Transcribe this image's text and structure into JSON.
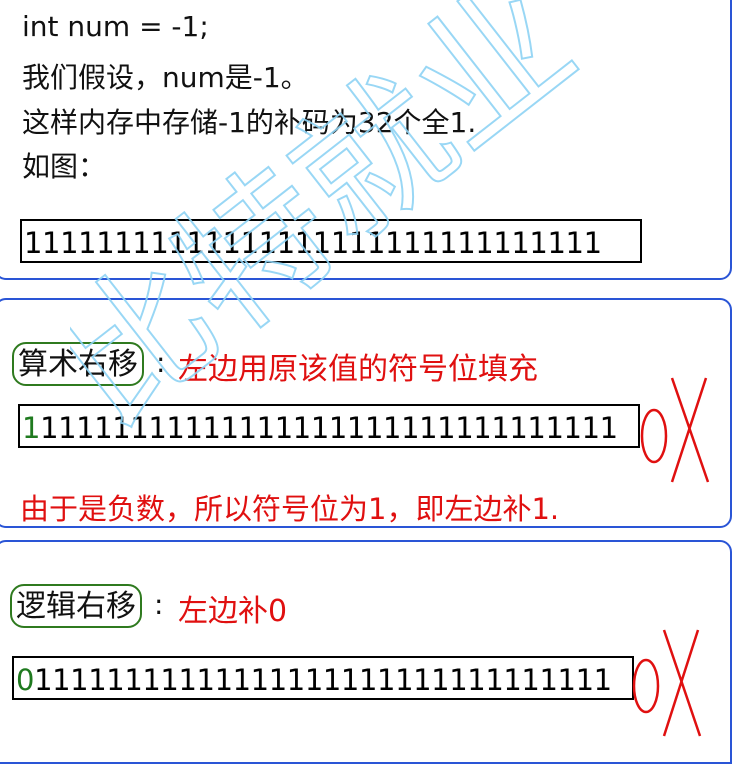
{
  "section1": {
    "lines": [
      "int num = -1;",
      "我们假设，num是-1。",
      "这样内存中存储-1的补码为32个全1.",
      "如图："
    ],
    "bits": "11111111111111111111111111111111"
  },
  "section2": {
    "tag": "算术右移",
    "colon": ":",
    "desc": "左边用原该值的符号位填充",
    "bits_first": "1",
    "bits_rest": "11111111111111111111111111111111",
    "note": "由于是负数，所以符号位为1，即左边补1."
  },
  "section3": {
    "tag": "逻辑右移",
    "colon": ":",
    "desc": "左边补0",
    "bits_first": "0",
    "bits_rest": "11111111111111111111111111111111"
  },
  "watermark": "比特就业",
  "colors": {
    "panel_border": "#2a55d6",
    "red": "#e01010",
    "green": "#2f7a1f",
    "watermark": "#8fd3f4"
  }
}
